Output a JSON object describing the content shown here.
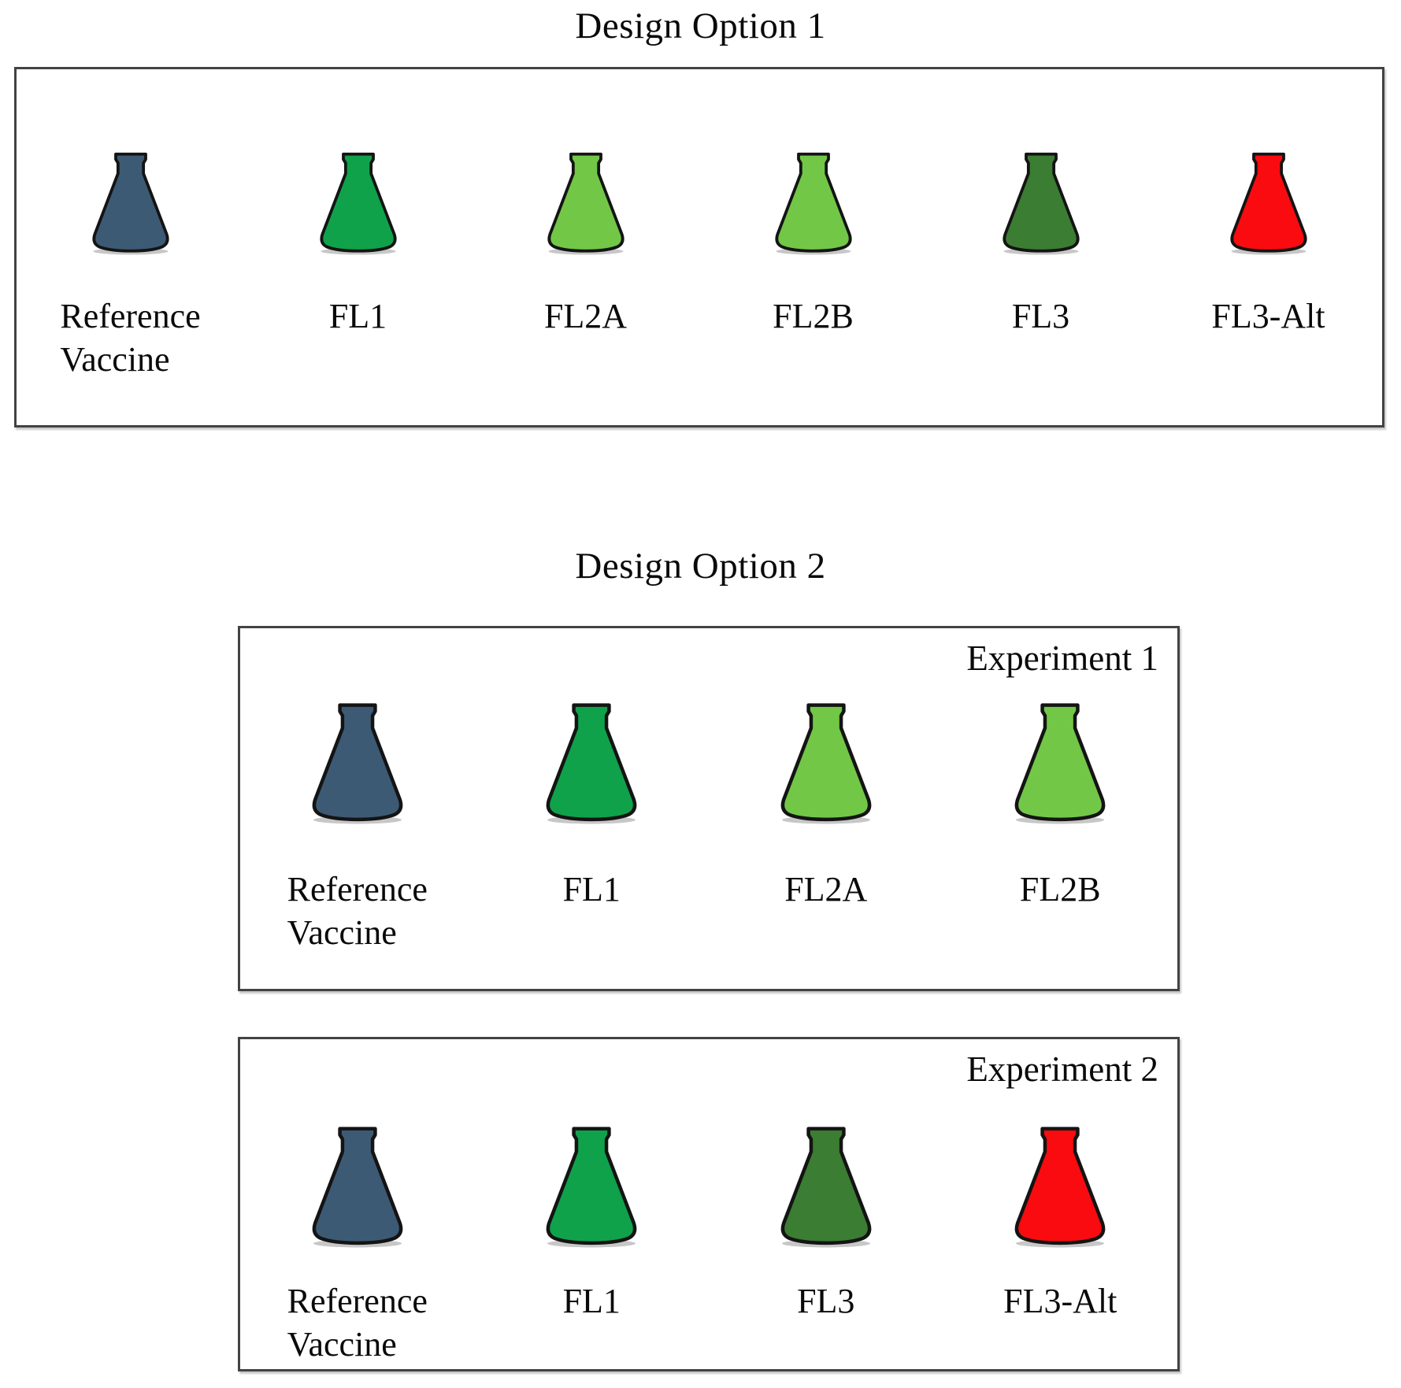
{
  "figure": {
    "design_option_1": {
      "title": "Design Option 1",
      "flasks": [
        {
          "line1": "Reference",
          "line2": "Vaccine",
          "color": "#3D5A75"
        },
        {
          "line1": "FL1",
          "line2": "",
          "color": "#0FA24B"
        },
        {
          "line1": "FL2A",
          "line2": "",
          "color": "#72C747"
        },
        {
          "line1": "FL2B",
          "line2": "",
          "color": "#72C747"
        },
        {
          "line1": "FL3",
          "line2": "",
          "color": "#3B7D32"
        },
        {
          "line1": "FL3-Alt",
          "line2": "",
          "color": "#FA0B0F"
        }
      ]
    },
    "design_option_2": {
      "title": "Design Option 2",
      "experiment_1": {
        "label": "Experiment 1",
        "flasks": [
          {
            "line1": "Reference",
            "line2": "Vaccine",
            "color": "#3D5A75"
          },
          {
            "line1": "FL1",
            "line2": "",
            "color": "#0FA24B"
          },
          {
            "line1": "FL2A",
            "line2": "",
            "color": "#72C747"
          },
          {
            "line1": "FL2B",
            "line2": "",
            "color": "#72C747"
          }
        ]
      },
      "experiment_2": {
        "label": "Experiment 2",
        "flasks": [
          {
            "line1": "Reference",
            "line2": "Vaccine",
            "color": "#3D5A75"
          },
          {
            "line1": "FL1",
            "line2": "",
            "color": "#0FA24B"
          },
          {
            "line1": "FL3",
            "line2": "",
            "color": "#3B7D32"
          },
          {
            "line1": "FL3-Alt",
            "line2": "",
            "color": "#FA0B0F"
          }
        ]
      }
    },
    "colors": {
      "reference_vaccine": "#3D5A75",
      "fl1": "#0FA24B",
      "fl2": "#72C747",
      "fl3": "#3B7D32",
      "fl3_alt": "#FA0B0F"
    }
  }
}
